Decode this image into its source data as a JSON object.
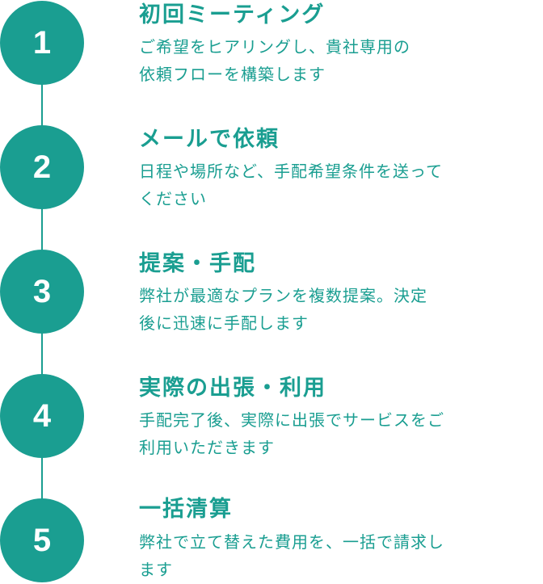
{
  "accent_color": "#1a9e91",
  "steps": [
    {
      "number": "1",
      "title": "初回ミーティング",
      "description": "ご希望をヒアリングし、貴社専用の\n依頼フローを構築します"
    },
    {
      "number": "2",
      "title": "メールで依頼",
      "description": "日程や場所など、手配希望条件を送って\nください"
    },
    {
      "number": "3",
      "title": "提案・手配",
      "description": "弊社が最適なプランを複数提案。決定\n後に迅速に手配します"
    },
    {
      "number": "4",
      "title": "実際の出張・利用",
      "description": "手配完了後、実際に出張でサービスをご\n利用いただきます"
    },
    {
      "number": "5",
      "title": "一括清算",
      "description": "弊社で立て替えた費用を、一括で請求し\nます"
    }
  ]
}
